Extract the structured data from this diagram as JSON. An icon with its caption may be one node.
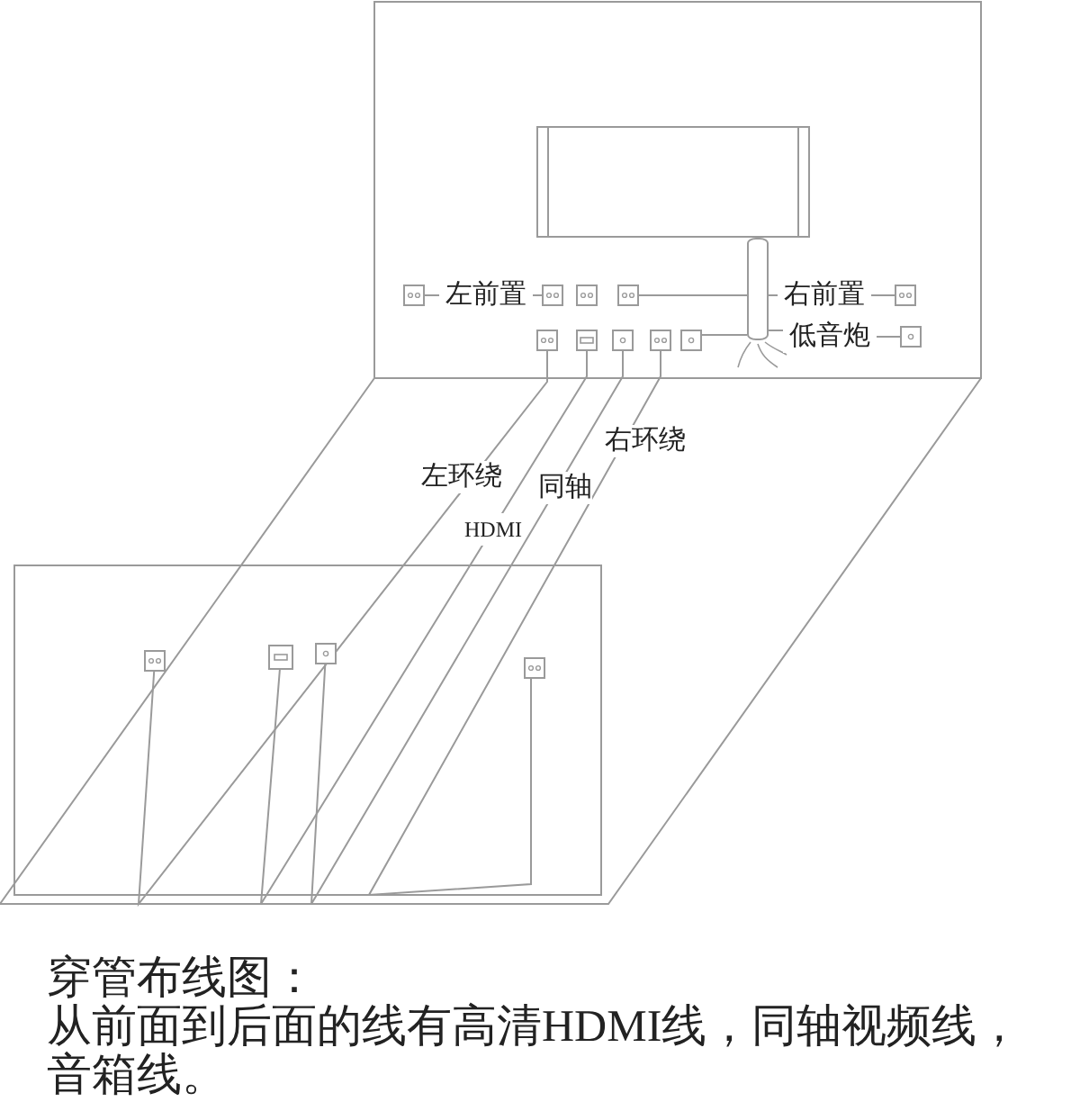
{
  "diagram": {
    "title": "穿管布线图：",
    "caption": "从前面到后面的线有高清HDMI线，同轴视频线，音箱线。",
    "nodes": [
      {
        "text": [],
        "shape": "box"
      },
      {
        "text": [],
        "shape": "cylinder"
      },
      {
        "text": [],
        "shape": "box"
      },
      {
        "text": [
          "左前置"
        ]
      },
      {
        "text": [],
        "shape": "box"
      },
      {
        "text": [],
        "shape": "box"
      },
      {
        "text": [],
        "shape": "box"
      },
      {
        "text": [
          "右前置"
        ]
      },
      {
        "text": [],
        "shape": "box"
      },
      {
        "text": [],
        "shape": "box"
      },
      {
        "text": [],
        "shape": "box"
      },
      {
        "text": [],
        "shape": "box"
      },
      {
        "text": [],
        "shape": "box"
      },
      {
        "text": [],
        "shape": "box"
      },
      {
        "text": [
          "低音炮"
        ]
      },
      {
        "text": [],
        "shape": "box"
      },
      {
        "text": [],
        "shape": "box"
      },
      {
        "text": [],
        "shape": "box"
      },
      {
        "text": [],
        "shape": "box"
      },
      {
        "text": [],
        "shape": "box"
      }
    ],
    "edges": [
      {
        "from": 2,
        "to": 3,
        "arrow": "none"
      },
      {
        "from": 3,
        "to": 4,
        "arrow": "none"
      },
      {
        "from": 6,
        "to": 7,
        "arrow": "none"
      },
      {
        "from": 7,
        "to": 8,
        "arrow": "none"
      },
      {
        "from": 13,
        "to": 1,
        "arrow": "none"
      },
      {
        "from": 1,
        "to": 14,
        "arrow": "none"
      },
      {
        "from": 14,
        "to": 15,
        "arrow": "none"
      },
      {
        "from": 9,
        "to": 16,
        "arrow": "none",
        "label": "左环绕"
      },
      {
        "from": 10,
        "to": 17,
        "arrow": "none",
        "label": "HDMI"
      },
      {
        "from": 11,
        "to": 18,
        "arrow": "none",
        "label": "同轴"
      },
      {
        "from": 12,
        "to": 19,
        "arrow": "none",
        "label": "右环绕"
      }
    ]
  }
}
